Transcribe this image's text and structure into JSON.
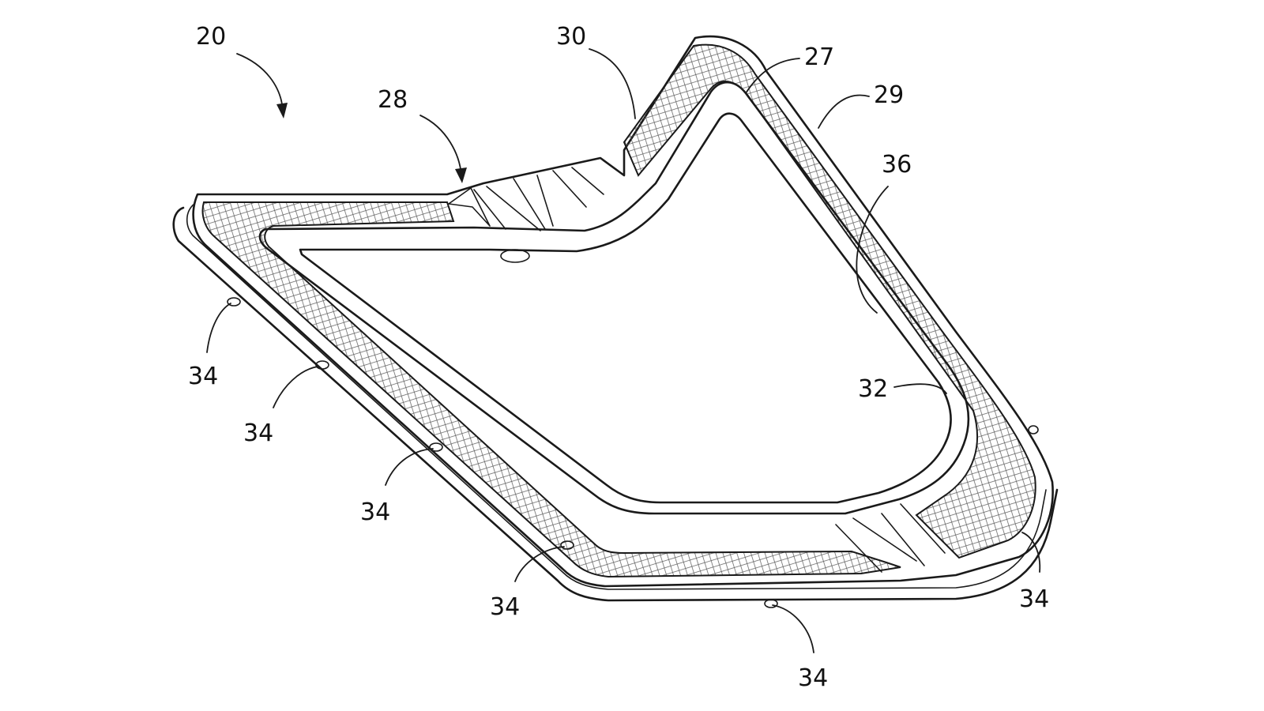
{
  "figure": {
    "reference_numerals": {
      "assembly": "20",
      "seal_strip": "27",
      "rib_section": "28",
      "outer_wall": "29",
      "flange": "30",
      "inner_edge": "32",
      "mount_boss": "34",
      "opening": "36"
    }
  },
  "colors": {
    "line": "#1a1a1a",
    "background": "#ffffff",
    "hatch": "#555555"
  }
}
